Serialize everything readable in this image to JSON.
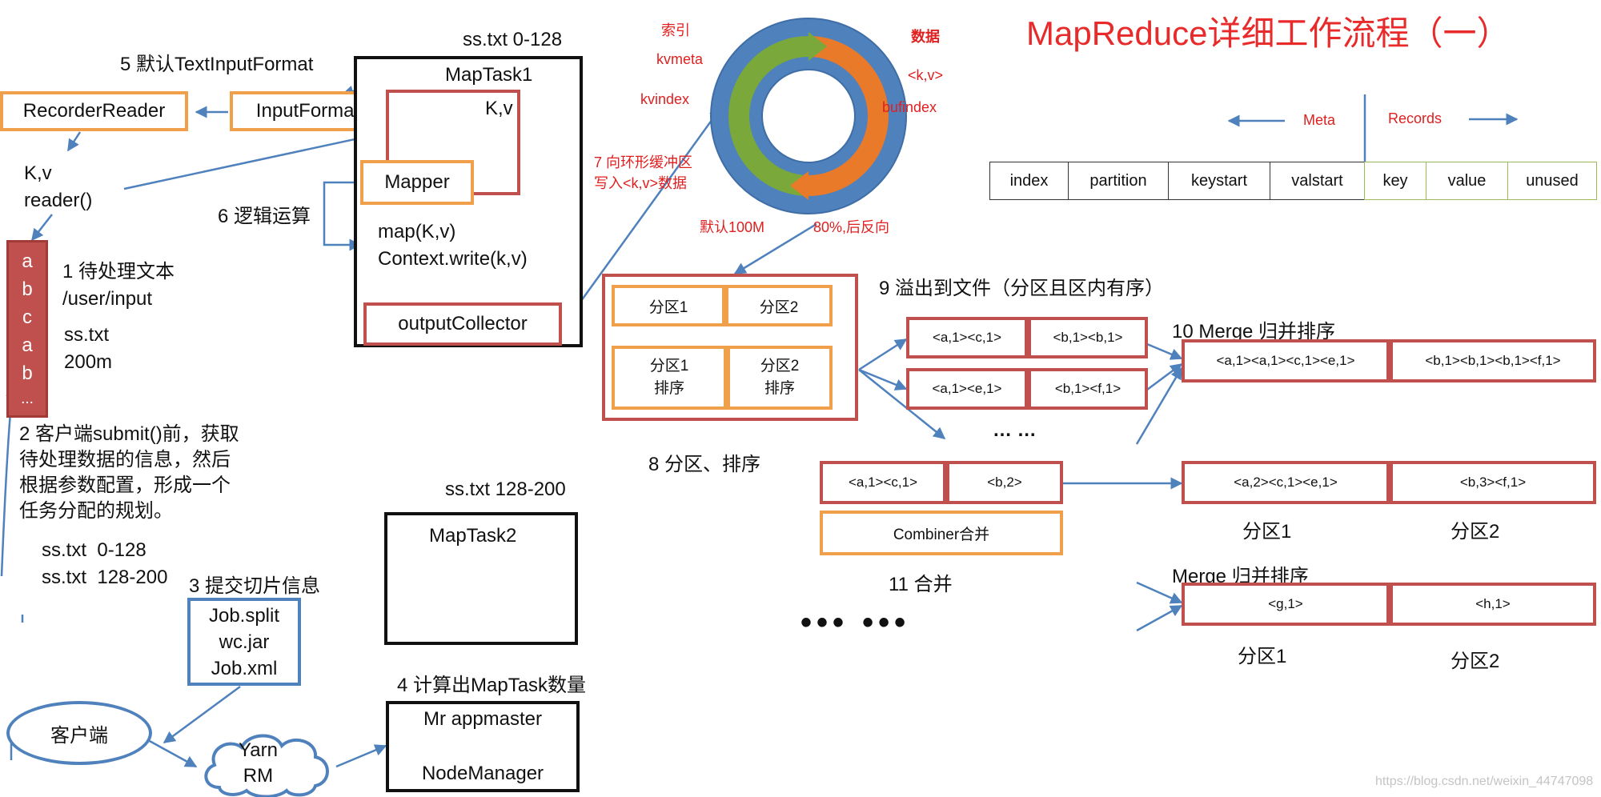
{
  "title": "MapReduce详细工作流程（一）",
  "client": {
    "name": "客户端",
    "yarn_rm": "Yarn\nRM",
    "step1": "1 待处理文本\n/user/input",
    "input_file": "ss.txt\n200m",
    "text_block_letters": [
      "a",
      "b",
      "c",
      "a",
      "b",
      "..."
    ],
    "step2": "2 客户端submit()前，获取\n待处理数据的信息，然后\n根据参数配置，形成一个\n任务分配的规划。",
    "splits": "ss.txt  0-128\nss.txt  128-200",
    "step3": "3 提交切片信息",
    "job_files": "Job.split\nwc.jar\nJob.xml",
    "step4": "4 计算出MapTask数量",
    "appmaster": "Mr appmaster\n\nNodeManager"
  },
  "maptask1": {
    "range": "ss.txt 0-128",
    "name": "MapTask1",
    "step5": "5 默认TextInputFormat",
    "recorder_reader": "RecorderReader",
    "input_format": "InputFormat",
    "kv_reader": "K,v\nreader()",
    "kv": "K,v",
    "mapper": "Mapper",
    "step6": "6 逻辑运算",
    "map_code": "map(K,v)\nContext.write(k,v)",
    "output_collector": "outputCollector"
  },
  "maptask2": {
    "range": "ss.txt 128-200",
    "name": "MapTask2"
  },
  "ring_buffer": {
    "index_label": "索引",
    "kvmeta": "kvmeta",
    "kvindex": "kvindex",
    "data_label": "数据",
    "kv_data": "<k,v>",
    "bufindex": "bufindex",
    "step7": "7 向环形缓冲区\n写入<k,v>数据",
    "default_size": "默认100M",
    "spill_threshold": "80%,后反向"
  },
  "meta_records": {
    "meta": "Meta",
    "records": "Records",
    "meta_cells": [
      "index",
      "partition",
      "keystart",
      "valstart"
    ],
    "record_cells": [
      "key",
      "value",
      "unused"
    ]
  },
  "partition_sort": {
    "partition1": "分区1",
    "partition2": "分区2",
    "partition1_sort": "分区1\n排序",
    "partition2_sort": "分区2\n排序",
    "step8": "8 分区、排序"
  },
  "spill": {
    "step9": "9 溢出到文件（分区且区内有序）",
    "file1": [
      "<a,1><c,1>",
      "<b,1><b,1>"
    ],
    "file2": [
      "<a,1><e,1>",
      "<b,1><f,1>"
    ],
    "dots": "… …",
    "step10": "10 Merge 归并排序",
    "merged": [
      "<a,1><a,1><c,1><e,1>",
      "<b,1><b,1><b,1><f,1>"
    ]
  },
  "combine": {
    "input": [
      "<a,1><c,1>",
      "<b,2>"
    ],
    "combiner": "Combiner合并",
    "step11": "11 合并",
    "output": [
      "<a,2><c,1><e,1>",
      "<b,3><f,1>"
    ],
    "partition1": "分区1",
    "partition2": "分区2"
  },
  "merge2": {
    "label": "Merge 归并排序",
    "cells": [
      "<g,1>",
      "<h,1>"
    ],
    "partition1": "分区1",
    "partition2": "分区2"
  },
  "ellipsis": "••• •••",
  "watermark": "https://blog.csdn.net/weixin_44747098",
  "colors": {
    "orange_box": "#f0a04b",
    "red_box": "#c0504d",
    "blue_line": "#4f81bd",
    "title_red": "#e82a2a",
    "ring_blue": "#4f81bd",
    "ring_orange": "#e87a2a",
    "ring_green": "#7aa83a"
  }
}
